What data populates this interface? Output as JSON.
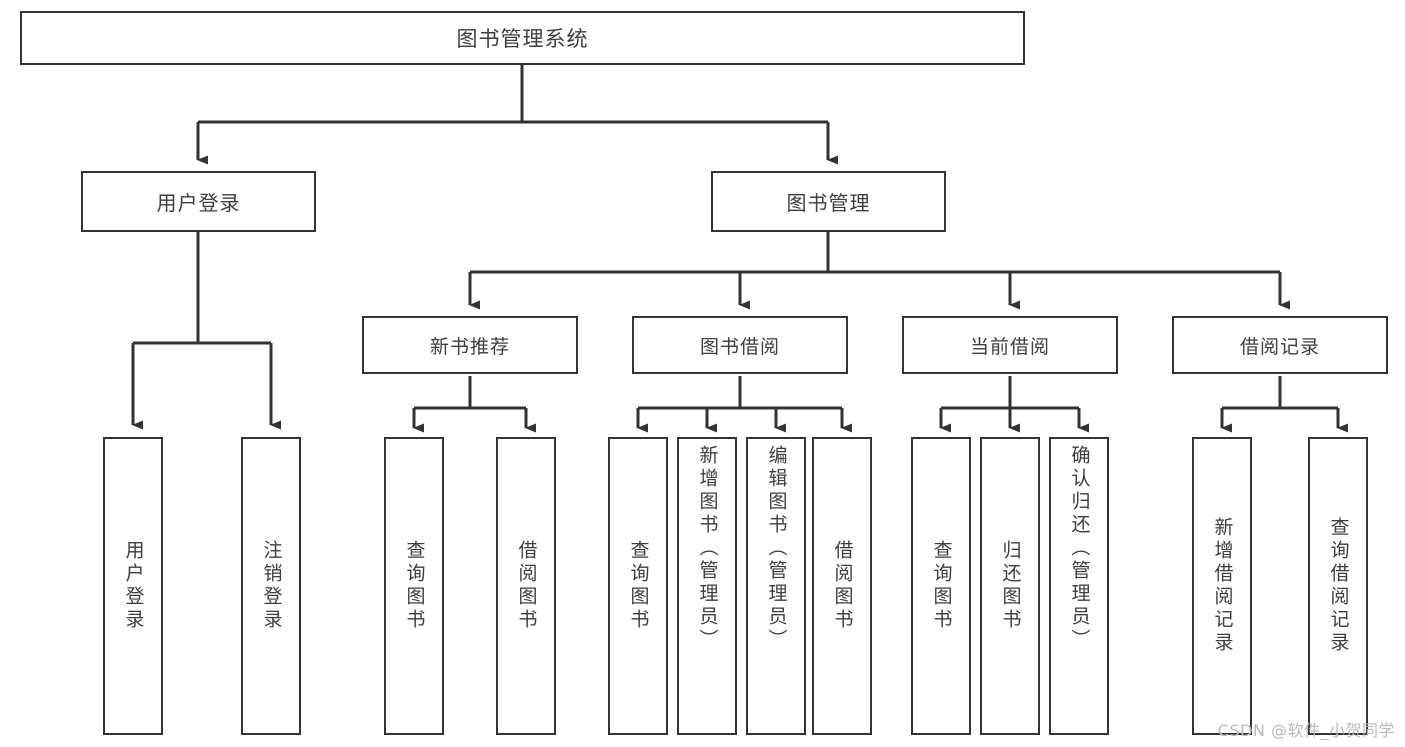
{
  "diagram": {
    "title": "图书管理系统",
    "type": "tree-hierarchy-chart",
    "root": {
      "id": "root",
      "label": "图书管理系统"
    },
    "level1": [
      {
        "id": "user-login",
        "label": "用户登录"
      },
      {
        "id": "book-management",
        "label": "图书管理"
      }
    ],
    "level2": [
      {
        "id": "new-book-recommend",
        "label": "新书推荐",
        "parent": "book-management"
      },
      {
        "id": "book-borrow",
        "label": "图书借阅",
        "parent": "book-management"
      },
      {
        "id": "current-borrow",
        "label": "当前借阅",
        "parent": "book-management"
      },
      {
        "id": "borrow-record",
        "label": "借阅记录",
        "parent": "book-management"
      }
    ],
    "leaves": {
      "user_login": [
        {
          "id": "leaf-user-login",
          "label": "用户登录"
        },
        {
          "id": "leaf-logout-login",
          "label": "注销登录"
        }
      ],
      "new_book_recommend": [
        {
          "id": "leaf-query-book-1",
          "label": "查询图书"
        },
        {
          "id": "leaf-borrow-book-1",
          "label": "借阅图书"
        }
      ],
      "book_borrow": [
        {
          "id": "leaf-query-book-2",
          "label": "查询图书"
        },
        {
          "id": "leaf-add-book",
          "label": "新增图书（管理员）"
        },
        {
          "id": "leaf-edit-book",
          "label": "编辑图书（管理员）"
        },
        {
          "id": "leaf-borrow-book-2",
          "label": "借阅图书"
        }
      ],
      "current_borrow": [
        {
          "id": "leaf-query-book-3",
          "label": "查询图书"
        },
        {
          "id": "leaf-return-book",
          "label": "归还图书"
        },
        {
          "id": "leaf-confirm-return",
          "label": "确认归还（管理员）"
        }
      ],
      "borrow_record": [
        {
          "id": "leaf-add-record",
          "label": "新增借阅记录"
        },
        {
          "id": "leaf-query-record",
          "label": "查询借阅记录"
        }
      ]
    }
  },
  "watermark": {
    "text": "CSDN @软件_小贺同学"
  },
  "colors": {
    "border": "#333333",
    "background": "#ffffff",
    "text": "#3d3d3d",
    "connector": "#333333",
    "watermark": "#b9b9b9"
  }
}
